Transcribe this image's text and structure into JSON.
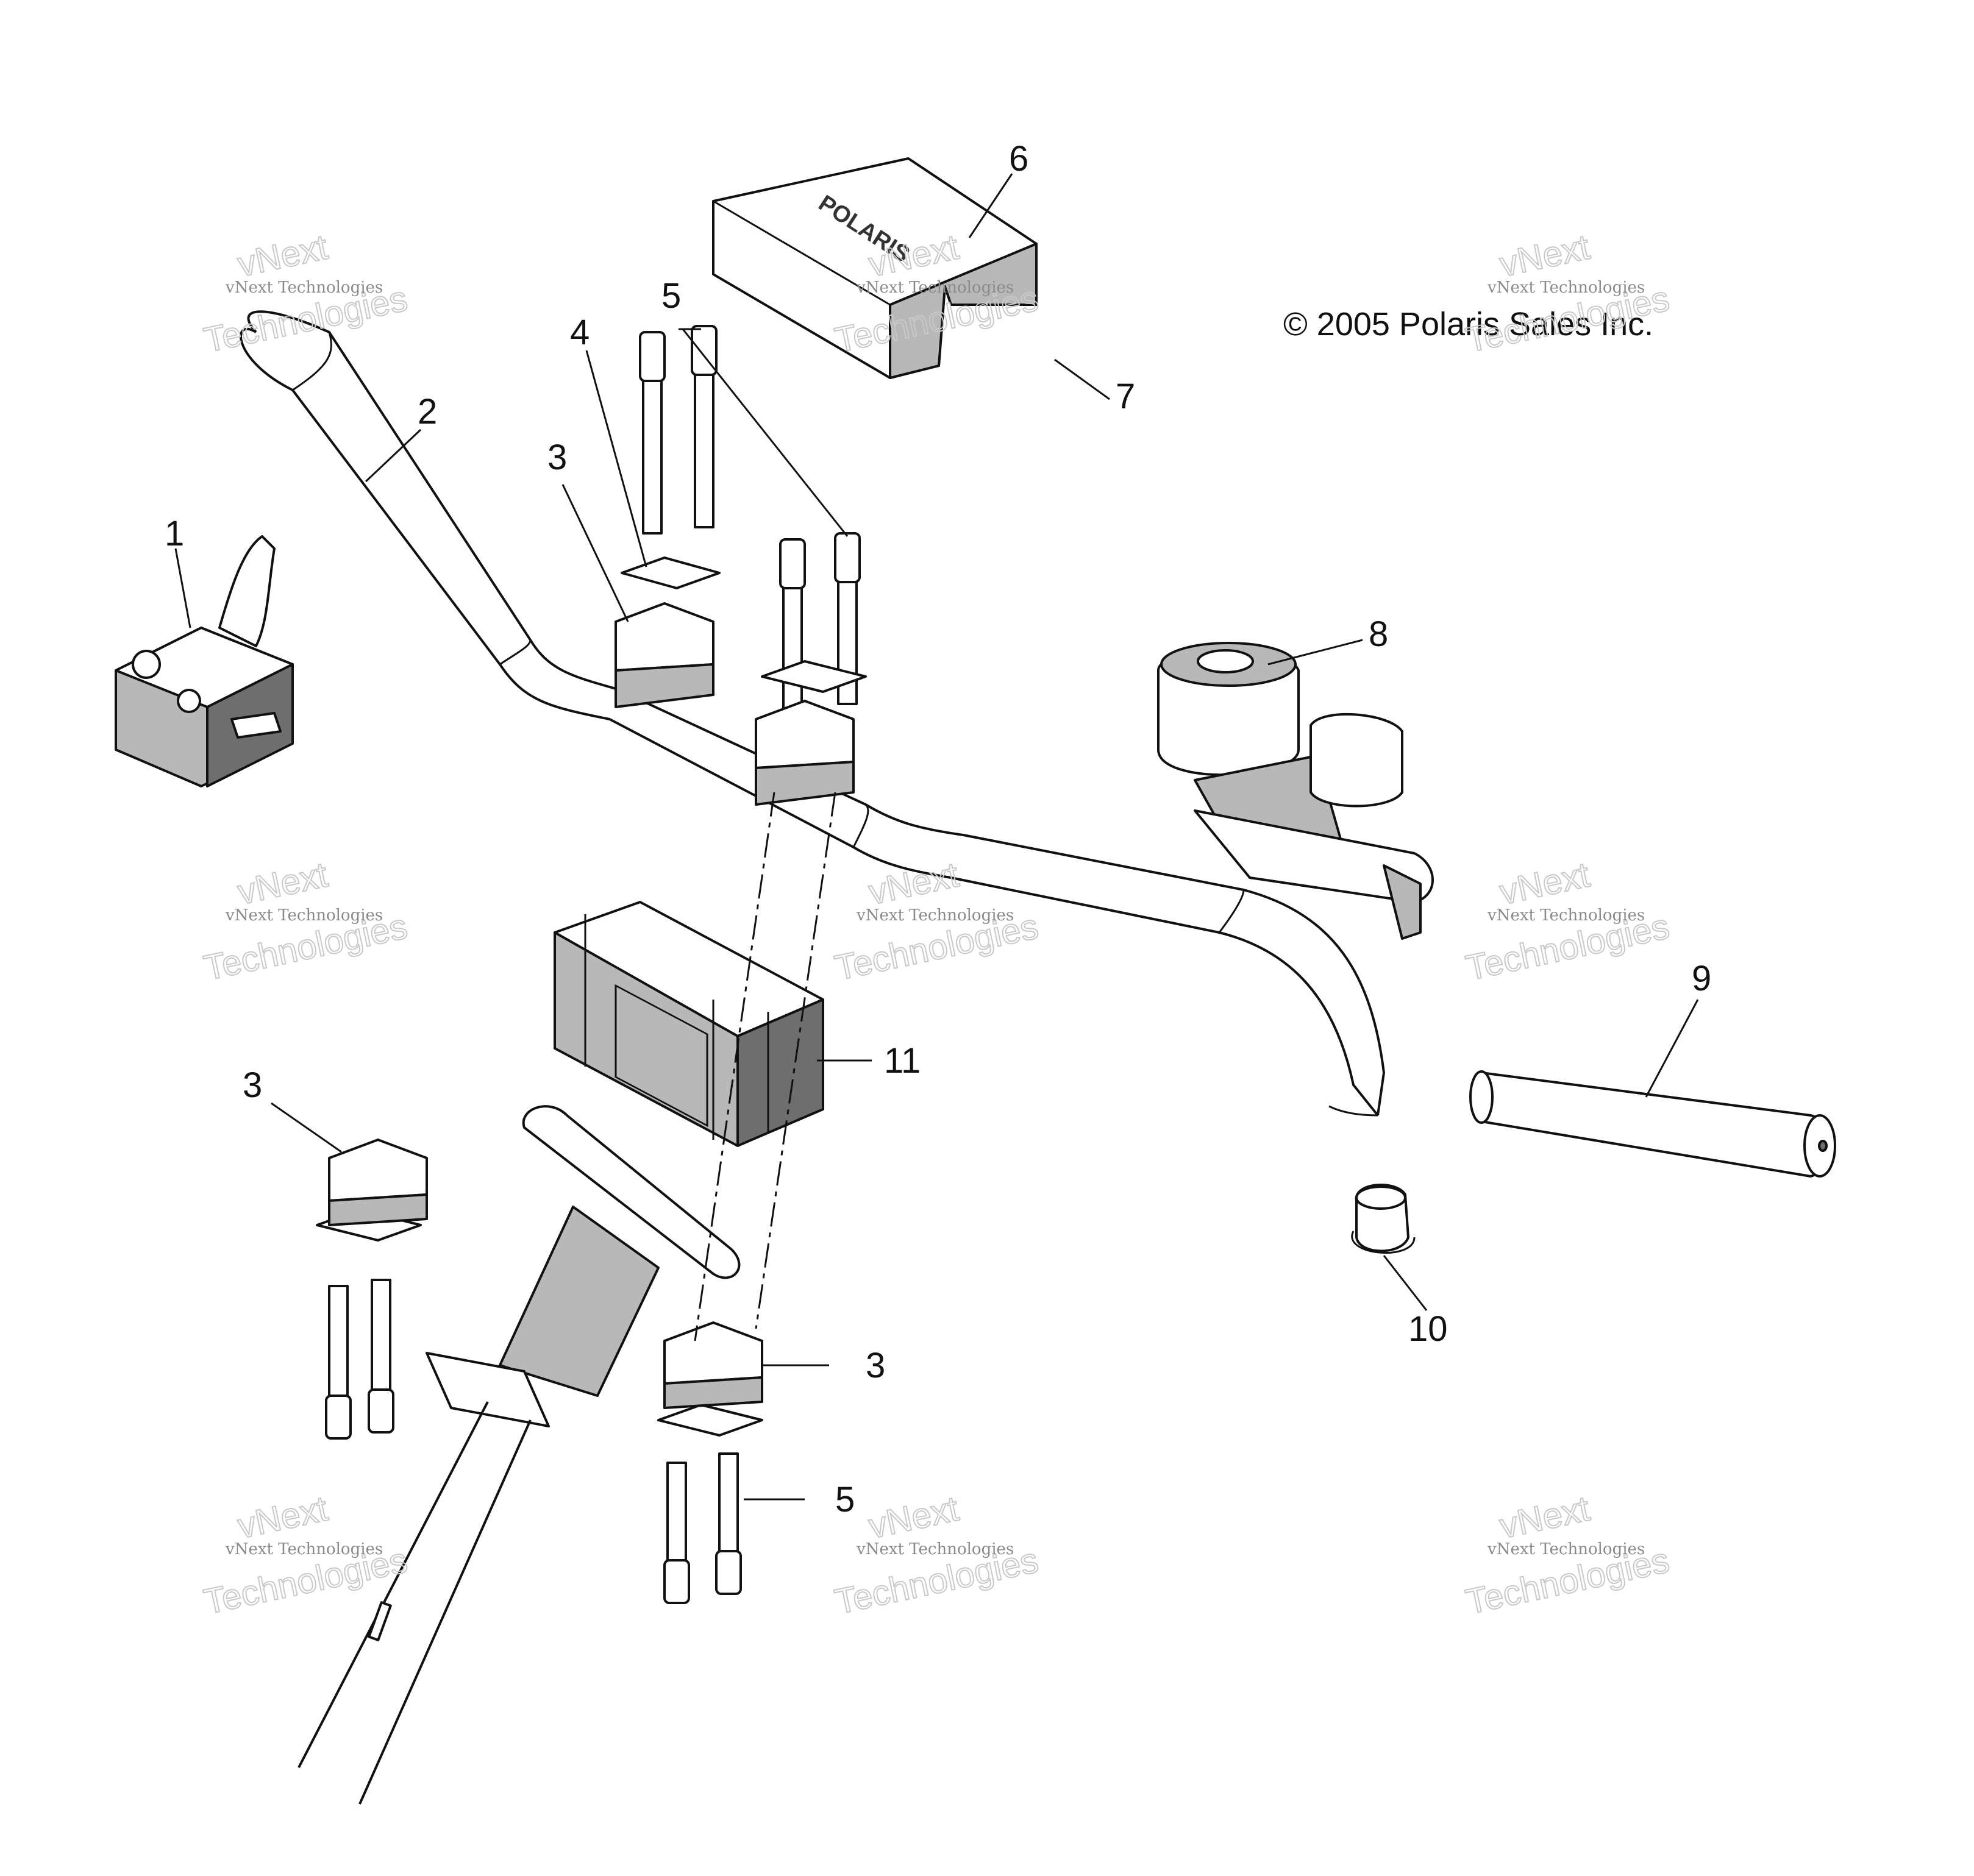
{
  "diagram": {
    "copyright": "© 2005 Polaris Sales Inc.",
    "cover_logo_text": "POLARIS",
    "callouts": [
      "1",
      "2",
      "3",
      "4",
      "5",
      "6",
      "7",
      "8",
      "9",
      "10",
      "11",
      "3",
      "3",
      "5"
    ],
    "watermark": {
      "line_small": "vNext Technologies",
      "line_big_1": "vNext",
      "line_big_2": "Technologies"
    }
  }
}
